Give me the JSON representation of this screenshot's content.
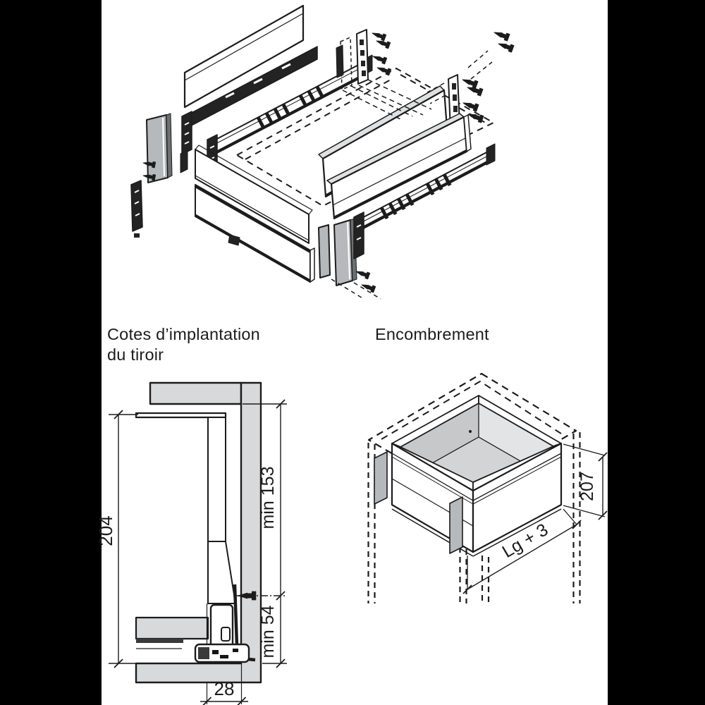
{
  "page": {
    "background": "#ffffff",
    "letterbox_color": "#000000"
  },
  "headings": {
    "implantation_line1": "Cotes d’implantation",
    "implantation_line2": "du tiroir",
    "encombrement": "Encombrement"
  },
  "cross_section": {
    "drawer_side_height": "204",
    "min_top_clearance": "min 153",
    "min_bottom_clearance": "min 54",
    "front_offset": "28"
  },
  "isometric": {
    "box_height": "207",
    "box_length": "Lg + 3"
  },
  "colors": {
    "panel_gray": "#d8d9da",
    "bracket_gray": "#b5b9bb",
    "line": "#1c1c1c"
  }
}
